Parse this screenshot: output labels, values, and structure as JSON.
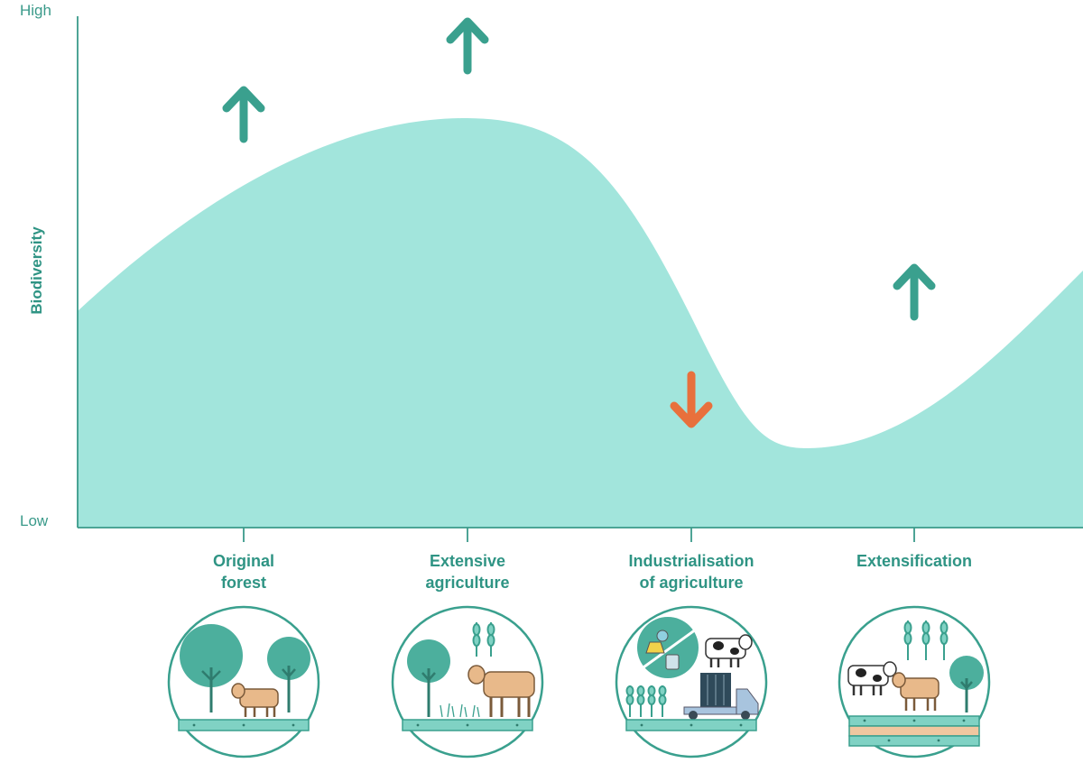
{
  "diagram": {
    "y_axis_title": "Biodiversity",
    "y_axis_high": "High",
    "y_axis_low": "Low",
    "stages": [
      {
        "line1": "Original",
        "line2": "forest",
        "trend": "up",
        "icon": "forest-scene-icon"
      },
      {
        "line1": "Extensive",
        "line2": "agriculture",
        "trend": "up",
        "icon": "extensive-farm-scene-icon"
      },
      {
        "line1": "Industrialisation",
        "line2": "of agriculture",
        "trend": "down",
        "icon": "industrial-farm-scene-icon"
      },
      {
        "line1": "Extensification",
        "line2": "",
        "trend": "up",
        "icon": "extensified-farm-scene-icon"
      }
    ],
    "colors": {
      "area_fill": "#a2e5dc",
      "axis": "#3a9a8a",
      "arrow_up": "#3aa08e",
      "arrow_down": "#e8703c",
      "label_text": "#2f9484"
    }
  }
}
